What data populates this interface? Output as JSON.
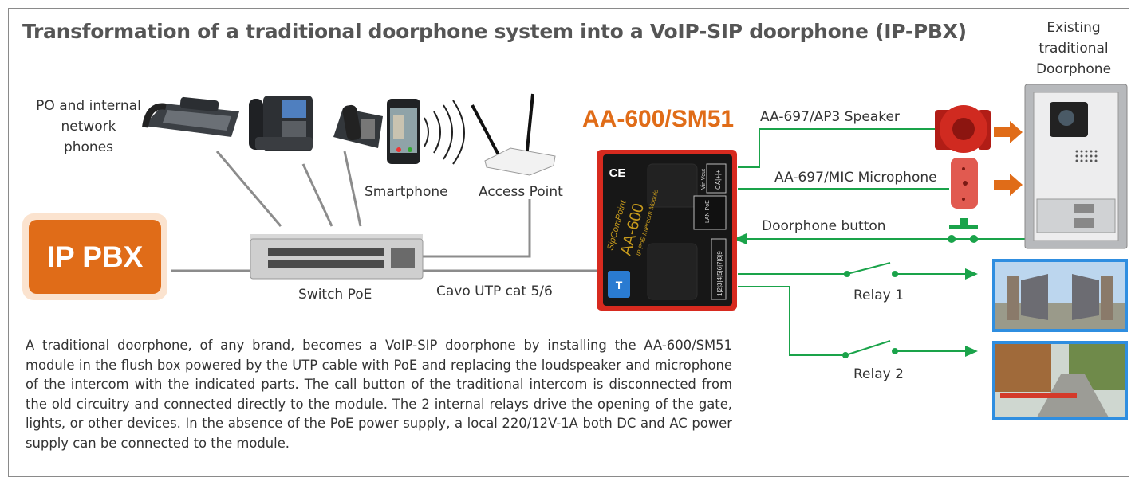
{
  "title": "Transformation of a traditional doorphone system into a VoIP-SIP doorphone (IP-PBX)",
  "existing_label": [
    "Existing",
    "traditional",
    "Doorphone"
  ],
  "phones_label": [
    "PO and internal",
    "network",
    "phones"
  ],
  "smartphone_label": "Smartphone",
  "access_point_label": "Access Point",
  "ippbx_label": "IP PBX",
  "switch_label": "Switch PoE",
  "cable_label": "Cavo UTP cat 5/6",
  "module_title": "AA-600/SM51",
  "module_face": {
    "brand": "SipComPoint",
    "model": "AA-600",
    "subtitle": "IP PoE Intercom Module",
    "ce": "CE",
    "lan": "LAN PoE",
    "vin": "Vin  Vout",
    "terminals": "CA|+|+",
    "relay_terminals": "1|2|3|4|5|6|7|8|9"
  },
  "speaker_label": "AA-697/AP3 Speaker",
  "mic_label": "AA-697/MIC Microphone",
  "button_label": "Doorphone button",
  "relay1_label": "Relay 1",
  "relay2_label": "Relay 2",
  "description": "A traditional doorphone, of any brand, becomes a VoIP-SIP doorphone by installing the AA-600/SM51 module in the flush box powered by the UTP cable with PoE and replacing the loudspeaker and microphone of the intercom with the indicated parts. The call button of the traditional intercom is disconnected from the old circuitry and connected directly to the module. The 2 internal relays drive the opening of the gate, lights, or other devices. In the absence of the PoE power supply, a local 220/12V-1A both DC and AC power supply can be connected to the module.",
  "colors": {
    "accent": "#e06c18",
    "wire": "#1aa34a",
    "cable": "#8c8c8c",
    "title": "#555555"
  }
}
